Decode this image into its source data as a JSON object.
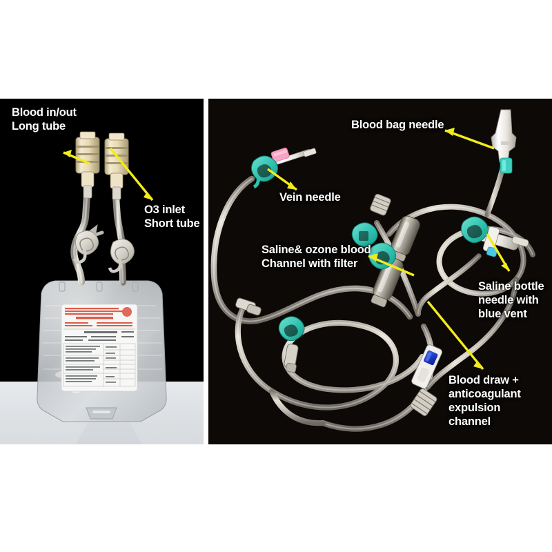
{
  "figure": {
    "background_color": "#ffffff",
    "panels": [
      {
        "id": "left-panel",
        "name": "ozone-blood-bag-photo",
        "background_color": "#000000"
      },
      {
        "id": "right-panel",
        "name": "ozone-infusion-set-photo",
        "background_color": "#0c0907"
      }
    ],
    "accent_colors": {
      "callout_arrow": "#f2ec1c",
      "label_text": "#ffffff",
      "clamp_teal": "#33c6b4",
      "needle_cap_pink": "#f6a4c6",
      "roller_clamp_blue": "#1838c4",
      "tubing": "#cfc9bd",
      "port_cream": "#efe3c4",
      "bag_fluid": "#c9cdd1",
      "table_surface": "#dde1e5"
    }
  },
  "left_panel": {
    "name": "ozone-blood-bag",
    "labels": [
      {
        "id": "blood-inout",
        "text": "Blood in/out\nLong tube",
        "color": "#ffffff"
      },
      {
        "id": "o3-inlet",
        "text": "O3 inlet\nShort tube",
        "color": "#ffffff"
      }
    ],
    "parts": [
      "spike-port-left",
      "spike-port-right",
      "long-tube",
      "short-tube",
      "roller-clamp-left",
      "roller-clamp-right",
      "bag-body",
      "bag-label"
    ],
    "bag_label": {
      "name": "blood-bag-product-label",
      "legible": false,
      "language": "Chinese",
      "note": "printed product label, text not legible at this resolution"
    }
  },
  "right_panel": {
    "name": "ozone-autohemotherapy-infusion-set",
    "labels": [
      {
        "id": "blood-bag-needle",
        "text": "Blood  bag needle",
        "color": "#ffffff"
      },
      {
        "id": "vein-needle",
        "text": "Vein  needle",
        "color": "#ffffff"
      },
      {
        "id": "saline-ozone-channel",
        "text": "Saline& ozone blood\nChannel with filter",
        "color": "#ffffff"
      },
      {
        "id": "saline-bottle-needle",
        "text": "Saline bottle\nneedle with\nblue vent",
        "color": "#ffffff"
      },
      {
        "id": "blood-draw-channel",
        "text": "Blood draw +\nanticoagulant expulsion\nchannel",
        "color": "#ffffff"
      }
    ],
    "parts": [
      "vein-needle-assembly",
      "pink-needle-cap",
      "teal-clamp-vein",
      "blood-bag-needle-spike",
      "saline-bottle-spike-with-blue-vent",
      "drip-chamber-filter",
      "blue-roller-clamp",
      "teal-clamp-upper",
      "teal-clamp-mid",
      "teal-clamp-lower",
      "luer-connector-left",
      "luer-connector-mid",
      "y-connector",
      "pvc-tubing-loops"
    ]
  }
}
